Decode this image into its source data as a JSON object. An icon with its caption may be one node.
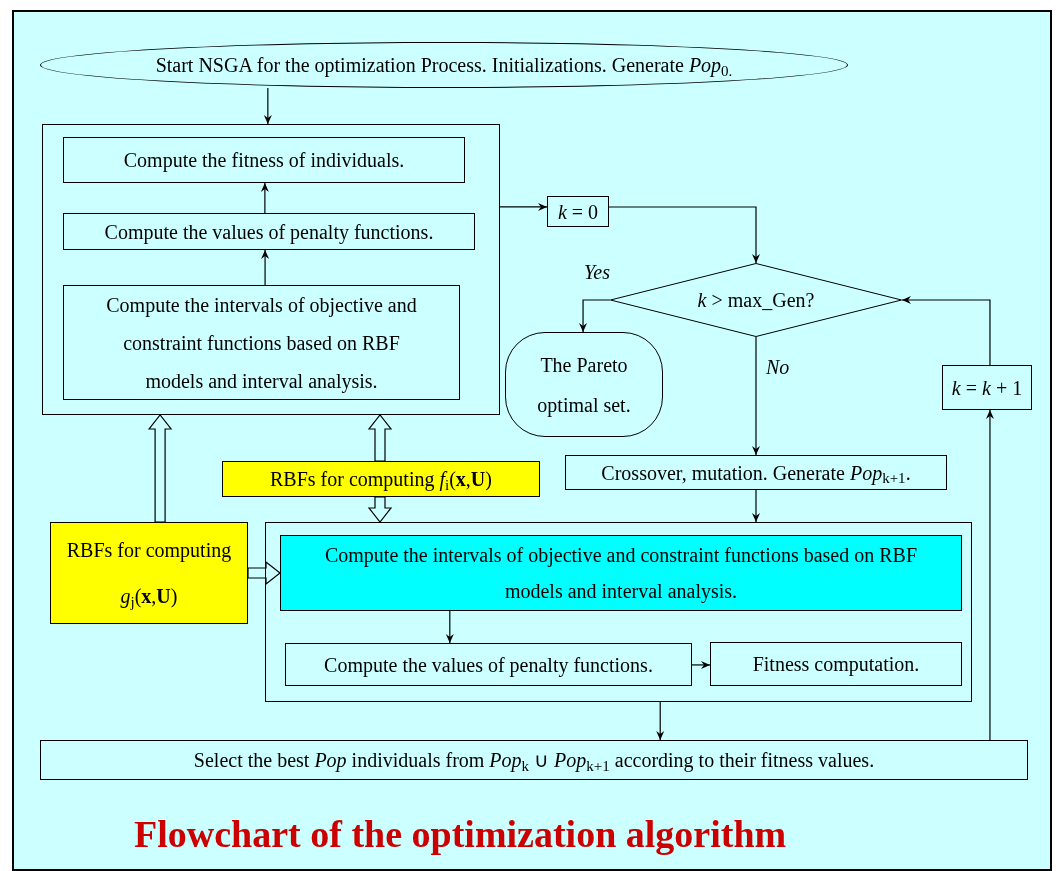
{
  "diagram": {
    "caption": "Flowchart of the optimization algorithm",
    "nodes": [
      {
        "text": [
          "Start NSGA for the optimization Process. Initializations. Generate *Pop*$_{0.}$"
        ]
      },
      {
        "text": [],
        "shape": "box"
      },
      {
        "text": [
          "Compute the fitness of individuals."
        ],
        "in": 1
      },
      {
        "text": [
          "Compute the values of penalty functions."
        ],
        "in": 1
      },
      {
        "text": [
          "Compute the intervals of objective and constraint functions based on RBF models and interval analysis."
        ],
        "in": 1
      },
      {
        "text": [
          "*k* = 0"
        ]
      },
      {
        "text": [
          "*k* > max_Gen?"
        ]
      },
      {
        "text": [
          "The Pareto optimal set."
        ]
      },
      {
        "text": [
          "*k* = *k* + 1"
        ]
      },
      {
        "text": [
          "RBFs for computing  *f*$_{i}$(**x**,**U**)"
        ]
      },
      {
        "text": [
          "Crossover, mutation. Generate *Pop*$_{k+1}$."
        ]
      },
      {
        "text": [
          "RBFs for computing *g*$_{j}$(**x**,**U**)"
        ]
      },
      {
        "text": [],
        "shape": "box"
      },
      {
        "text": [
          "Compute the intervals of objective and constraint functions based on RBF models and interval analysis."
        ],
        "in": 12
      },
      {
        "text": [
          "Compute the values of penalty functions."
        ],
        "in": 12
      },
      {
        "text": [
          "Fitness computation."
        ],
        "in": 12
      },
      {
        "text": [
          "Select the best *Pop* individuals from  *Pop*$_{k}$ ∪ *Pop*$_{k+1}$  according to their fitness values."
        ]
      }
    ],
    "edges": [
      {
        "from": 0,
        "to": 1,
        "arrow": "to"
      },
      {
        "from": 4,
        "to": 3,
        "arrow": "to"
      },
      {
        "from": 3,
        "to": 2,
        "arrow": "to"
      },
      {
        "from": 1,
        "to": 5,
        "arrow": "to"
      },
      {
        "from": 5,
        "to": 6,
        "arrow": "to"
      },
      {
        "from": 6,
        "to": 7,
        "arrow": "to",
        "label": "Yes"
      },
      {
        "from": 6,
        "to": 10,
        "arrow": "to",
        "label": "No"
      },
      {
        "from": 10,
        "to": 12,
        "arrow": "to"
      },
      {
        "from": 13,
        "to": 14,
        "arrow": "to"
      },
      {
        "from": 14,
        "to": 15,
        "arrow": "to"
      },
      {
        "from": 12,
        "to": 16,
        "arrow": "to"
      },
      {
        "from": 16,
        "to": 8,
        "arrow": "to"
      },
      {
        "from": 8,
        "to": 6,
        "arrow": "to"
      },
      {
        "from": 11,
        "to": 1,
        "arrow": "to",
        "style": "thick"
      },
      {
        "from": 9,
        "to": 1,
        "arrow": "to",
        "style": "thick"
      },
      {
        "from": 9,
        "to": 12,
        "arrow": "to",
        "style": "thick"
      },
      {
        "from": 11,
        "to": 13,
        "arrow": "to",
        "style": "thick"
      }
    ]
  }
}
